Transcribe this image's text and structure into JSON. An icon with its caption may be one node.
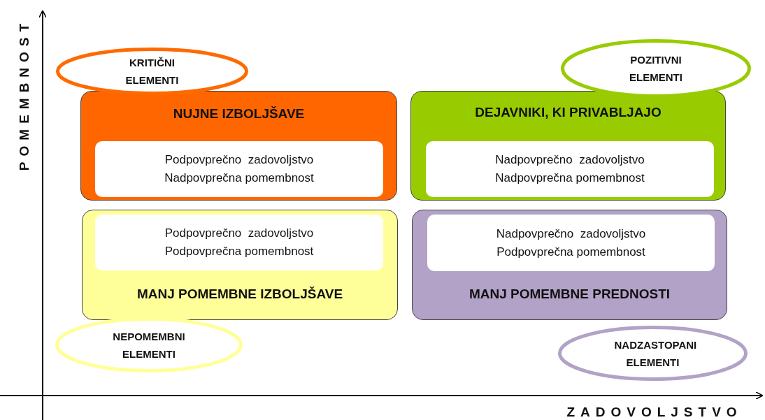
{
  "diagram": {
    "nodes": [
      {
        "text": [
          "KRITIČNI ELEMENTI"
        ]
      },
      {
        "text": [
          "POZITIVNI ELEMENTI"
        ]
      },
      {
        "text": [
          "NUJNE IZBOLJŠAVE"
        ]
      },
      {
        "text": [
          "Podpovprečno  zadovoljstvo",
          "Nadpovprečna pomembnost"
        ],
        "in": 2
      },
      {
        "text": [
          "DEJAVNIKI, KI PRIVABLJAJO"
        ]
      },
      {
        "text": [
          "Nadpovprečno  zadovoljstvo",
          "Nadpovprečna pomembnost"
        ],
        "in": 4
      },
      {
        "text": [
          "MANJ POMEMBNE IZBOLJŠAVE"
        ]
      },
      {
        "text": [
          "Podpovprečno  zadovoljstvo",
          "Podpovprečna pomembnost"
        ],
        "in": 6
      },
      {
        "text": [
          "MANJ POMEMBNE PREDNOSTI"
        ]
      },
      {
        "text": [
          "Nadpovprečno  zadovoljstvo",
          "Podpovprečna pomembnost"
        ],
        "in": 8
      },
      {
        "text": [
          "NEPOMEMBNI ELEMENTI"
        ]
      },
      {
        "text": [
          "NADZASTOPANI ELEMENTI"
        ]
      }
    ],
    "edges": [],
    "labels": [
      "POMEMBNOST",
      "ZADOVOLJSTVO"
    ]
  }
}
